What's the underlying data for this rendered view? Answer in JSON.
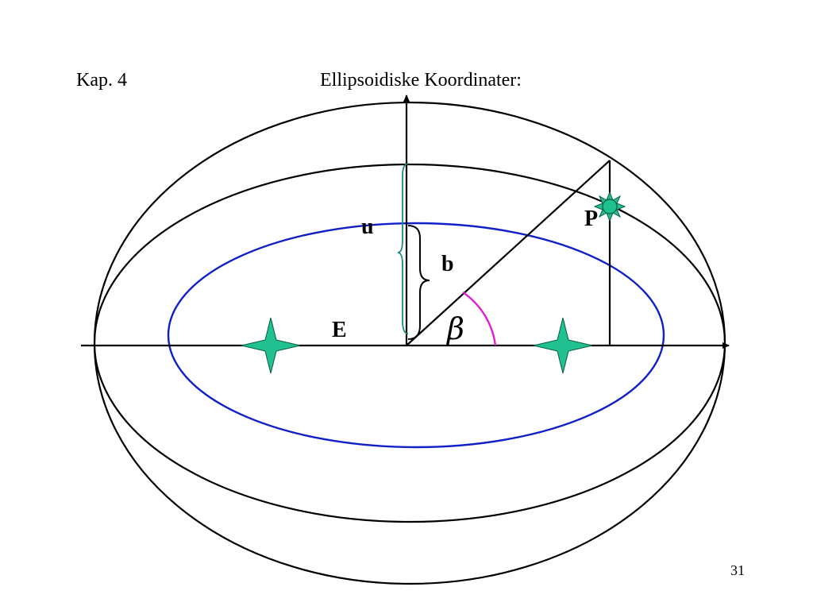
{
  "slide": {
    "chapter": "Kap. 4",
    "title": "Ellipsoidiske Koordinater:",
    "page_number": "31"
  },
  "diagram": {
    "labels": {
      "u": "u",
      "b": "b",
      "E": "E",
      "P": "P",
      "beta": "β"
    },
    "colors": {
      "outline": "#000000",
      "inner_ellipse": "#1020c8",
      "angle_arc": "#e020d0",
      "u_brace": "#1a8a7a",
      "focus_star": "#20c090"
    }
  }
}
